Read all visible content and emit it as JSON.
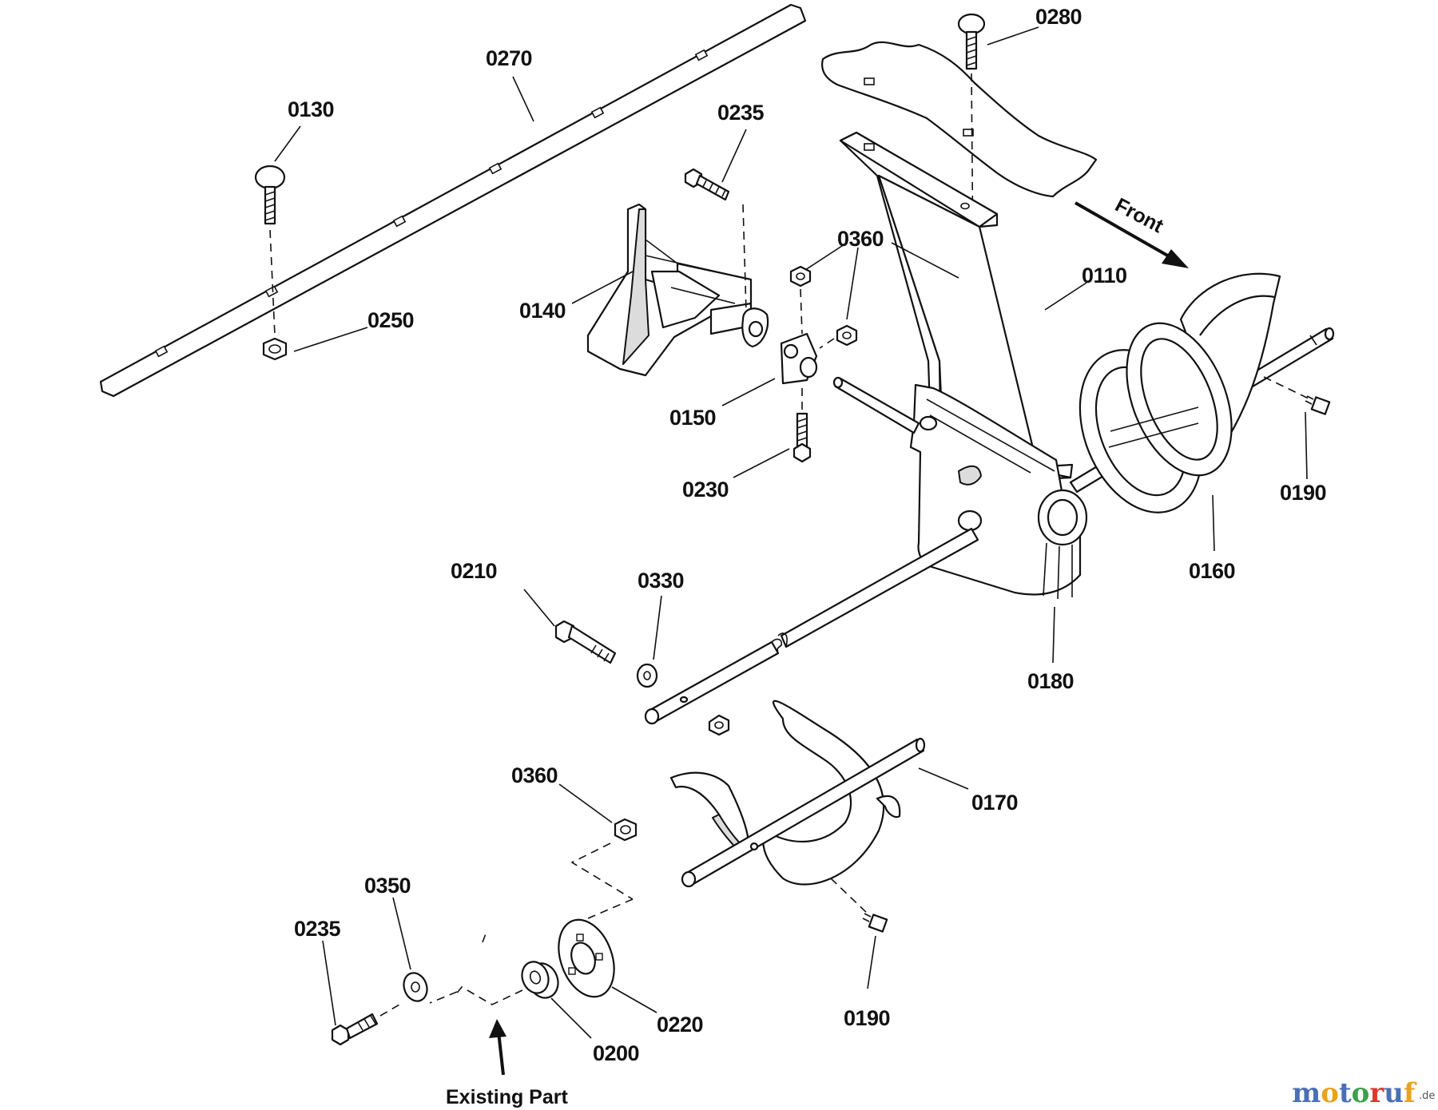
{
  "diagram": {
    "labels": {
      "0280": "0280",
      "0270": "0270",
      "0130": "0130",
      "0235_top": "0235",
      "0360_top": "0360",
      "0110": "0110",
      "0140": "0140",
      "0250": "0250",
      "0150": "0150",
      "0230": "0230",
      "0190_right": "0190",
      "0160": "0160",
      "0210": "0210",
      "0330": "0330",
      "0180": "0180",
      "0360_bottom": "0360",
      "0170": "0170",
      "0350": "0350",
      "0235_bottom": "0235",
      "0220": "0220",
      "0190_bottom": "0190",
      "0200": "0200"
    },
    "notes": {
      "front": "Front",
      "existing_part": "Existing Part"
    }
  },
  "watermark": {
    "brand_main": "motoruf",
    "brand_suffix": ".de",
    "colors": {
      "m": "#4a6fb5",
      "o1": "#e8a21c",
      "t": "#4a6fb5",
      "o2": "#3aa04a",
      "r": "#d83a2e",
      "u": "#4a6fb5",
      "f": "#e8a21c"
    }
  }
}
